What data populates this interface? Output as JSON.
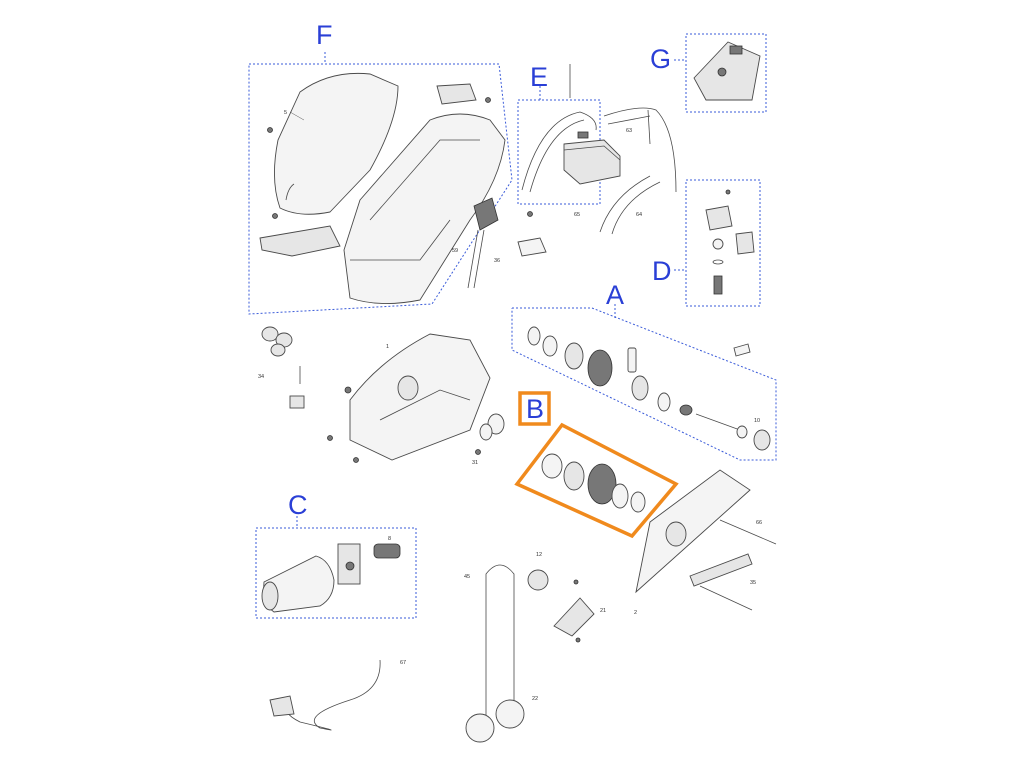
{
  "groups": {
    "A": {
      "letter": "A"
    },
    "B": {
      "letter": "B"
    },
    "C": {
      "letter": "C"
    },
    "D": {
      "letter": "D"
    },
    "E": {
      "letter": "E"
    },
    "F": {
      "letter": "F"
    },
    "G": {
      "letter": "G"
    }
  },
  "part_numbers": {
    "p1": "1",
    "p2": "2",
    "p5": "5",
    "p8": "8",
    "p10": "10",
    "p12": "12",
    "p21": "21",
    "p22": "22",
    "p31": "31",
    "p34": "34",
    "p35": "35",
    "p36": "36",
    "p45": "45",
    "p59": "59",
    "p63": "63",
    "p64": "64",
    "p65": "65",
    "p66": "66",
    "p67": "67"
  },
  "colors": {
    "group_border": "#3a5bd9",
    "group_letter": "#2a3fd6",
    "highlight": "#f08a1d",
    "line_art": "#4a4a4a",
    "fill_light": "#f2f2f2"
  }
}
